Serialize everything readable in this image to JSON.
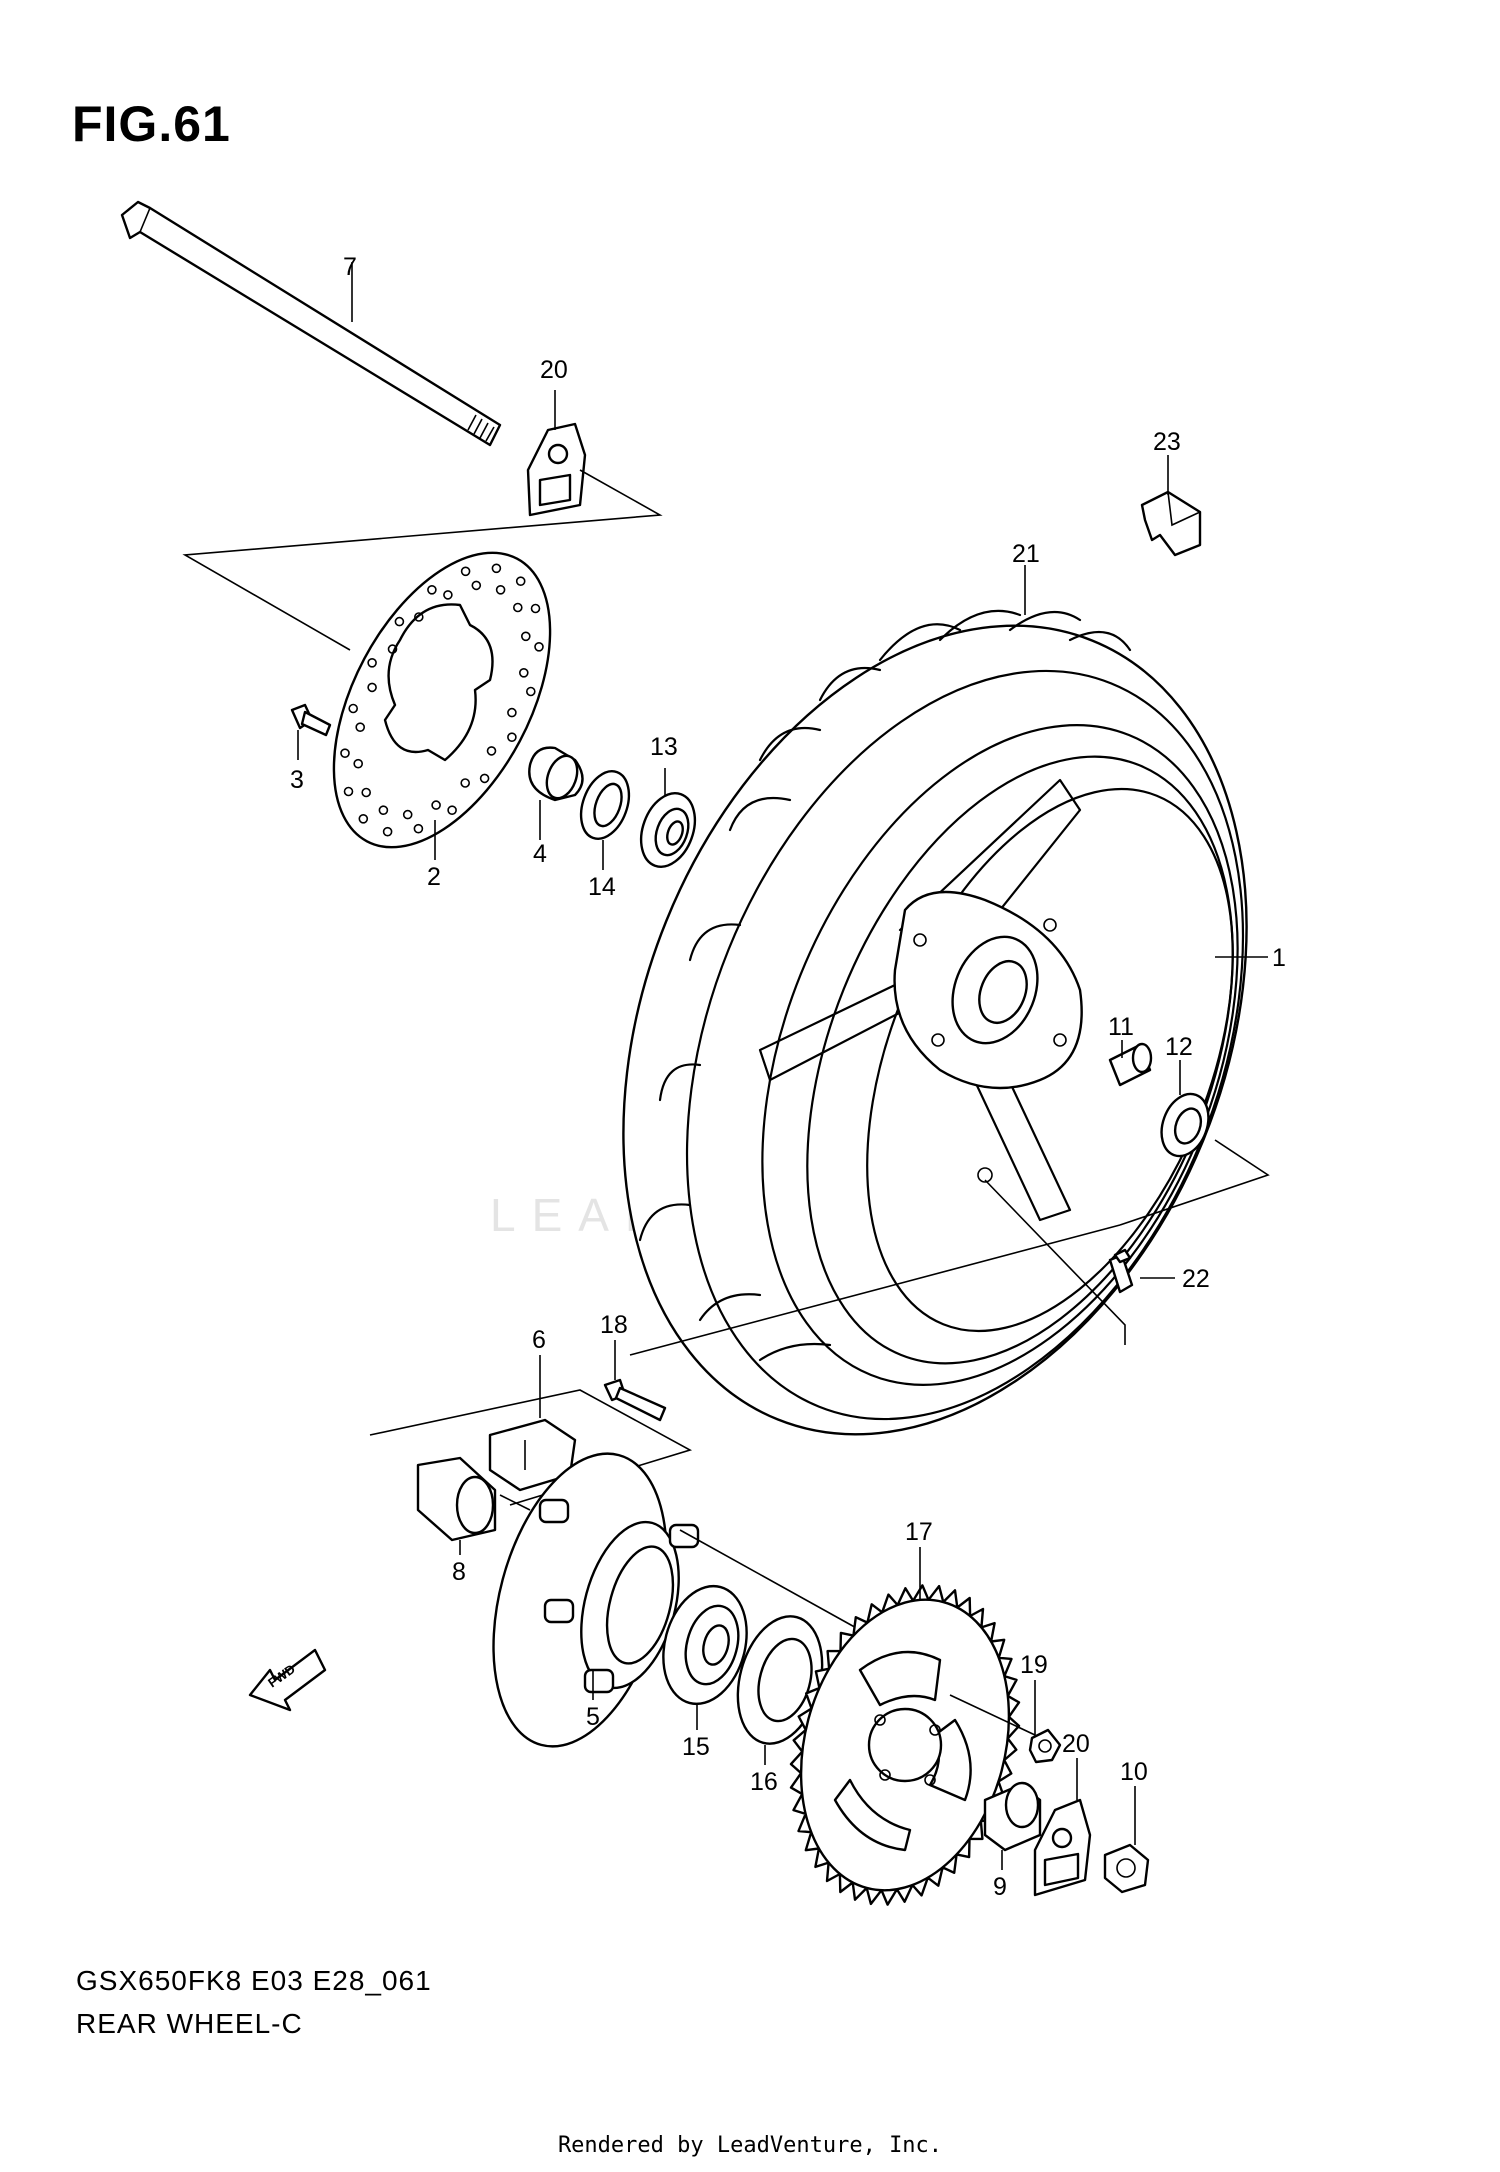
{
  "figure_label": "FIG.61",
  "model_code": "GSX650FK8 E03 E28_061",
  "assembly_name": "REAR WHEEL-C",
  "rendered_by": "Rendered by LeadVenture, Inc.",
  "watermark_text": "LEADVENTURE",
  "fwd_label": "FWD",
  "callouts": [
    {
      "id": "1",
      "label": "1"
    },
    {
      "id": "2",
      "label": "2"
    },
    {
      "id": "3",
      "label": "3"
    },
    {
      "id": "4",
      "label": "4"
    },
    {
      "id": "5",
      "label": "5"
    },
    {
      "id": "6",
      "label": "6"
    },
    {
      "id": "7",
      "label": "7"
    },
    {
      "id": "8",
      "label": "8"
    },
    {
      "id": "9",
      "label": "9"
    },
    {
      "id": "10",
      "label": "10"
    },
    {
      "id": "11",
      "label": "11"
    },
    {
      "id": "12",
      "label": "12"
    },
    {
      "id": "13",
      "label": "13"
    },
    {
      "id": "14",
      "label": "14"
    },
    {
      "id": "15",
      "label": "15"
    },
    {
      "id": "16",
      "label": "16"
    },
    {
      "id": "17",
      "label": "17"
    },
    {
      "id": "18",
      "label": "18"
    },
    {
      "id": "19",
      "label": "19"
    },
    {
      "id": "20a",
      "label": "20"
    },
    {
      "id": "20b",
      "label": "20"
    },
    {
      "id": "21",
      "label": "21"
    },
    {
      "id": "22",
      "label": "22"
    },
    {
      "id": "23",
      "label": "23"
    }
  ],
  "colors": {
    "ink": "#000000",
    "watermark": "#e4e4e4",
    "background": "#ffffff"
  }
}
